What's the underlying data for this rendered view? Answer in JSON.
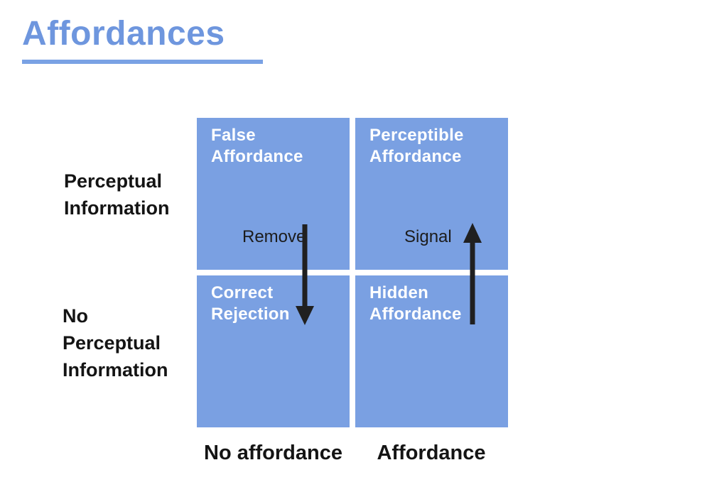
{
  "title": {
    "text": "Affordances"
  },
  "matrix": {
    "row_labels": [
      {
        "label": "Perceptual\nInformation"
      },
      {
        "label": "No\nPerceptual\nInformation"
      }
    ],
    "col_labels": [
      {
        "label": "No affordance"
      },
      {
        "label": "Affordance"
      }
    ],
    "quadrants": [
      {
        "id": "false-affordance",
        "label": "False\nAffordance"
      },
      {
        "id": "perceptible-affordance",
        "label": "Perceptible\nAffordance"
      },
      {
        "id": "correct-rejection",
        "label": "Correct\nRejection"
      },
      {
        "id": "hidden-affordance",
        "label": "Hidden\nAffordance"
      }
    ],
    "arrows": [
      {
        "id": "remove-arrow",
        "label": "Remove",
        "direction": "down"
      },
      {
        "id": "signal-arrow",
        "label": "Signal",
        "direction": "up"
      }
    ]
  },
  "colors": {
    "quadrant_blue": "#7AA0E2",
    "title_blue": "#6E96DE",
    "underline_blue": "#7AA2E4",
    "quadrant_text_white": "#FFFFFF",
    "label_black": "#141414",
    "arrow_black": "#202020",
    "background": "#FFFFFF"
  }
}
